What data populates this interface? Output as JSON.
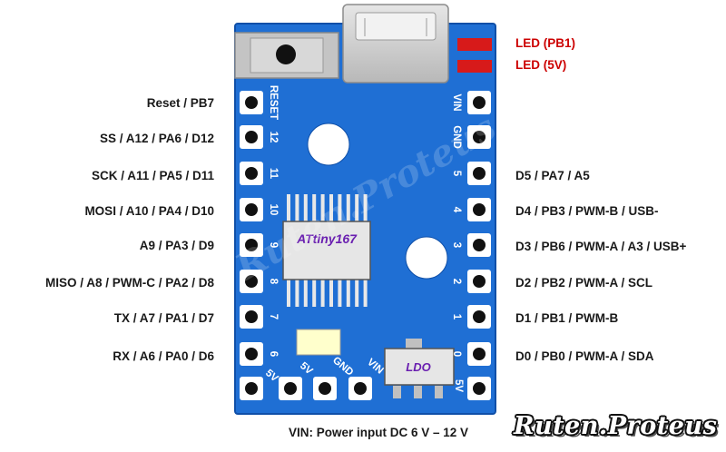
{
  "left_labels": [
    "Reset / PB7",
    "SS / A12 / PA6 / D12",
    "SCK / A11 / PA5 / D11",
    "MOSI / A10 / PA4 / D10",
    "A9 / PA3 / D9",
    "MISO / A8 / PWM-C / PA2 / D8",
    "TX / A7 / PA1 / D7",
    "RX / A6 / PA0 / D6"
  ],
  "right_labels": [
    "D5 / PA7 / A5",
    "D4 / PB3 / PWM-B / USB-",
    "D3 / PB6 / PWM-A / A3 / USB+",
    "D2 / PB2 / PWM-A / SCL",
    "D1 / PB1 / PWM-B",
    "D0 / PB0 / PWM-A / SDA"
  ],
  "led_labels": [
    "LED (PB1)",
    "LED (5V)"
  ],
  "board": {
    "left_pin_names": [
      "RESET",
      "12",
      "11",
      "10",
      "9",
      "8",
      "7",
      "6"
    ],
    "right_pin_names": [
      "VIN",
      "GND",
      "5",
      "4",
      "3",
      "2",
      "1",
      "0"
    ],
    "bottom_pin_names": [
      "5V",
      "5V",
      "GND",
      "VIN"
    ],
    "corner_right_label": "5V",
    "chip_label": "ATtiny167",
    "ldo_label": "LDO",
    "watermark": "Ruten.Proteus"
  },
  "caption": "VIN: Power input DC 6 V – 12 V",
  "brand": "Ruten.Proteus",
  "colors": {
    "board": "#1f6fd4",
    "led": "#d71a1a",
    "led_text": "#cc0000",
    "chip_text": "#6a1fb0"
  }
}
